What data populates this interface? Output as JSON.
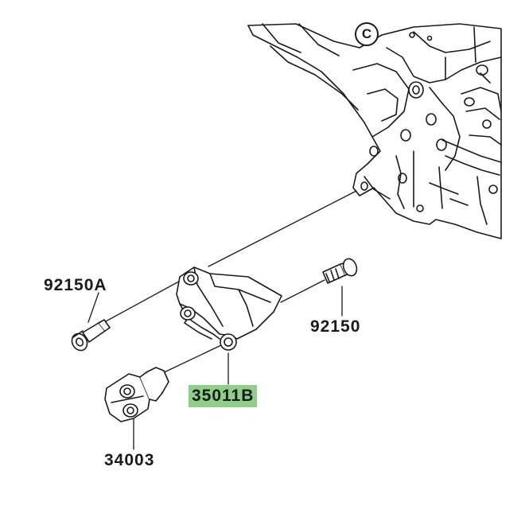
{
  "callout": {
    "letter": "C"
  },
  "parts": {
    "bolt_left": {
      "number": "92150A"
    },
    "bolt_right": {
      "number": "92150"
    },
    "bracket": {
      "number": "35011B"
    },
    "joint": {
      "number": "34003"
    }
  },
  "colors": {
    "highlight": "#8fcf8a",
    "line": "#1a1a1a",
    "background": "#ffffff"
  }
}
